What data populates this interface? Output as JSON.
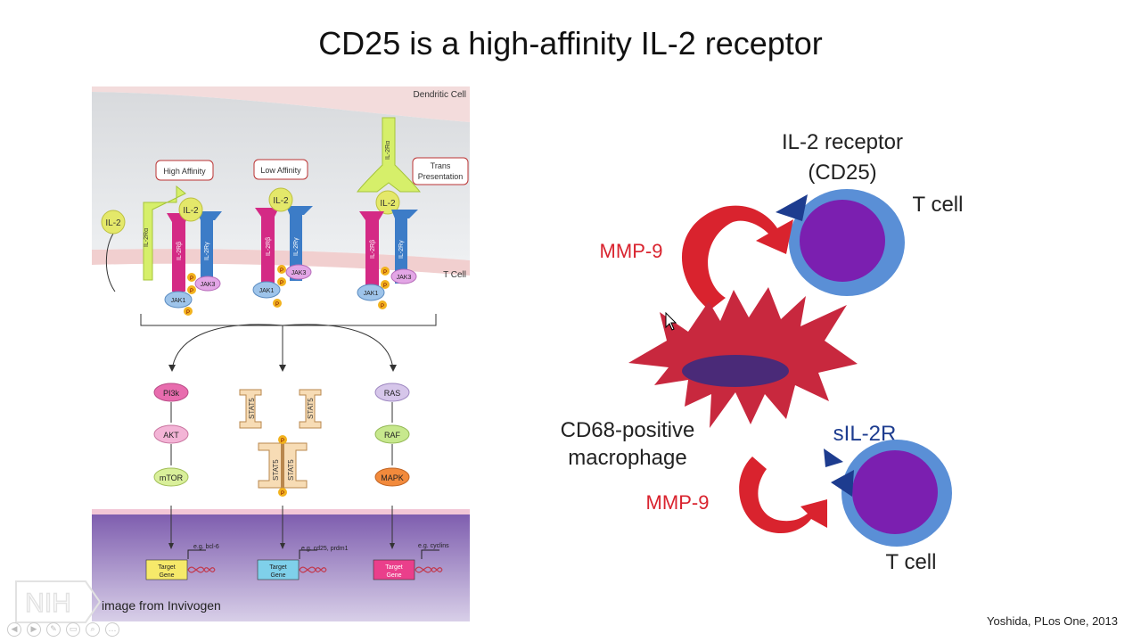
{
  "slide": {
    "title": "CD25 is a high-affinity IL-2 receptor",
    "credit": "image from Invivogen",
    "citation": "Yoshida, PLos One, 2013"
  },
  "left_diagram": {
    "dendritic_cell_label": "Dendritic Cell",
    "t_cell_label": "T Cell",
    "boxes": {
      "high_affinity": "High Affinity",
      "low_affinity": "Low Affinity",
      "trans_line1": "Trans",
      "trans_line2": "Presentation"
    },
    "il2": "IL-2",
    "il2ra": "IL-2Rα",
    "il2rb": "IL-2Rβ",
    "il2rg": "IL-2Rγ",
    "jak1": "JAK1",
    "jak3": "JAK3",
    "p": "P",
    "pathways": {
      "pi3k": "PI3k",
      "akt": "AKT",
      "mtor": "mTOR",
      "stat5": "STAT5",
      "ras": "RAS",
      "raf": "RAF",
      "mapk": "MAPK"
    },
    "targets": {
      "target_line1": "Target",
      "target_line2": "Gene",
      "eg1": "e.g. bcl-6",
      "eg2": "e.g. cd25, prdm1",
      "eg3": "e.g. cyclins"
    }
  },
  "right_diagram": {
    "il2_receptor_line1": "IL-2 receptor",
    "il2_receptor_line2": "(CD25)",
    "t_cell_top": "T cell",
    "mmp9_top": "MMP-9",
    "macrophage_line1": "CD68-positive",
    "macrophage_line2": "macrophage",
    "sil2r": "sIL-2R",
    "mmp9_bottom": "MMP-9",
    "t_cell_bottom": "T cell"
  },
  "logo": {
    "text": "NIH"
  },
  "colors": {
    "mmp_red": "#d9232e",
    "macrophage": "#c8283e",
    "tcell_outer": "#5a8fd6",
    "tcell_inner": "#7b1fb0",
    "receptor": "#1d3c8f"
  }
}
